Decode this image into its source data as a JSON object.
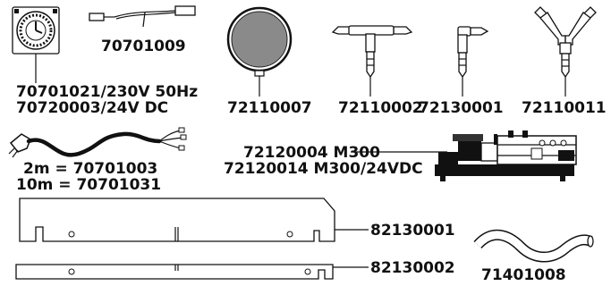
{
  "parts": {
    "timer": {
      "codes": [
        "70701021/230V 50Hz",
        "70720003/24V DC"
      ]
    },
    "sensor_cable": {
      "code": "70701009"
    },
    "diffuser_disc": {
      "code": "72110007",
      "fill": "#8a8a8a"
    },
    "tee_connector": {
      "code": "72110002"
    },
    "elbow_connector": {
      "code": "72130001"
    },
    "y_connector": {
      "code": "72110011"
    },
    "power_cable": {
      "lengths": [
        "2m = 70701003",
        "10m = 70701031"
      ]
    },
    "pump": {
      "codes": [
        "72120004 M300",
        "72120014 M300/24VDC"
      ]
    },
    "long_bar": {
      "code": "82130001"
    },
    "short_bar": {
      "code": "82130002"
    },
    "hose": {
      "code": "71401008"
    }
  }
}
